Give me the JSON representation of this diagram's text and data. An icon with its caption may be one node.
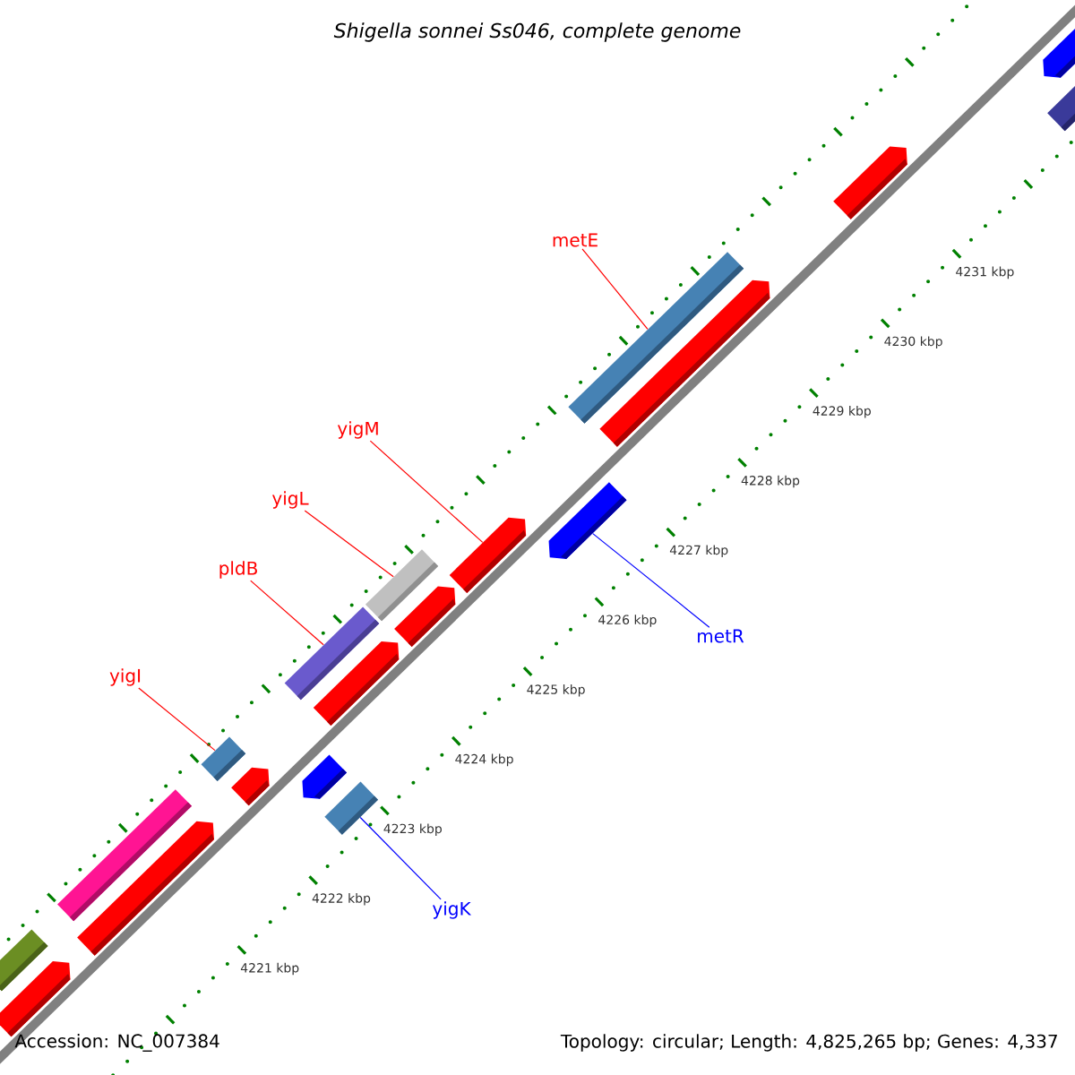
{
  "diagram": {
    "title": "Shigella sonnei Ss046, complete genome",
    "nodes": [
      {
        "text": [
          "metE"
        ]
      },
      {
        "text": [
          "yigM"
        ]
      },
      {
        "text": [
          "yigL"
        ]
      },
      {
        "text": [
          "pldB"
        ]
      },
      {
        "text": [
          "metR"
        ]
      },
      {
        "text": [
          "yigI"
        ]
      },
      {
        "text": [
          "yigK"
        ]
      },
      {
        "text": [],
        "shape": "box"
      },
      {
        "text": [],
        "shape": "arrow"
      },
      {
        "text": [],
        "shape": "box"
      },
      {
        "text": [],
        "shape": "arrow"
      },
      {
        "text": [],
        "shape": "box"
      },
      {
        "text": [],
        "shape": "arrow"
      },
      {
        "text": [],
        "shape": "arrow"
      },
      {
        "text": [],
        "shape": "box"
      },
      {
        "text": [],
        "shape": "box"
      },
      {
        "text": [],
        "shape": "arrow"
      },
      {
        "text": [],
        "shape": "box"
      },
      {
        "text": [],
        "shape": "arrow"
      },
      {
        "text": [],
        "shape": "arrow"
      },
      {
        "text": [],
        "shape": "arrow"
      },
      {
        "text": [],
        "shape": "box"
      },
      {
        "text": [],
        "shape": "arrow"
      },
      {
        "text": [],
        "shape": "arrow"
      },
      {
        "text": [],
        "shape": "arrow"
      },
      {
        "text": [],
        "shape": "box"
      }
    ],
    "edges": [
      {
        "from": 0,
        "to": 21,
        "arrow": "none"
      },
      {
        "from": 1,
        "to": 19,
        "arrow": "none"
      },
      {
        "from": 2,
        "to": 17,
        "arrow": "none"
      },
      {
        "from": 3,
        "to": 15,
        "arrow": "none"
      },
      {
        "from": 4,
        "to": 20,
        "arrow": "none",
        "color": "#0000ff"
      },
      {
        "from": 5,
        "to": 11,
        "arrow": "none"
      },
      {
        "from": 6,
        "to": 14,
        "arrow": "none",
        "color": "#0000ff"
      }
    ],
    "labels": [
      "4231 kbp",
      "4230 kbp",
      "4229 kbp",
      "4228 kbp",
      "4227 kbp",
      "4226 kbp",
      "4225 kbp",
      "4224 kbp",
      "4223 kbp",
      "4222 kbp",
      "4221 kbp",
      "Accession: NC_007384",
      "Topology: circular; Length: 4,825,265 bp; Genes: 4,337"
    ]
  }
}
